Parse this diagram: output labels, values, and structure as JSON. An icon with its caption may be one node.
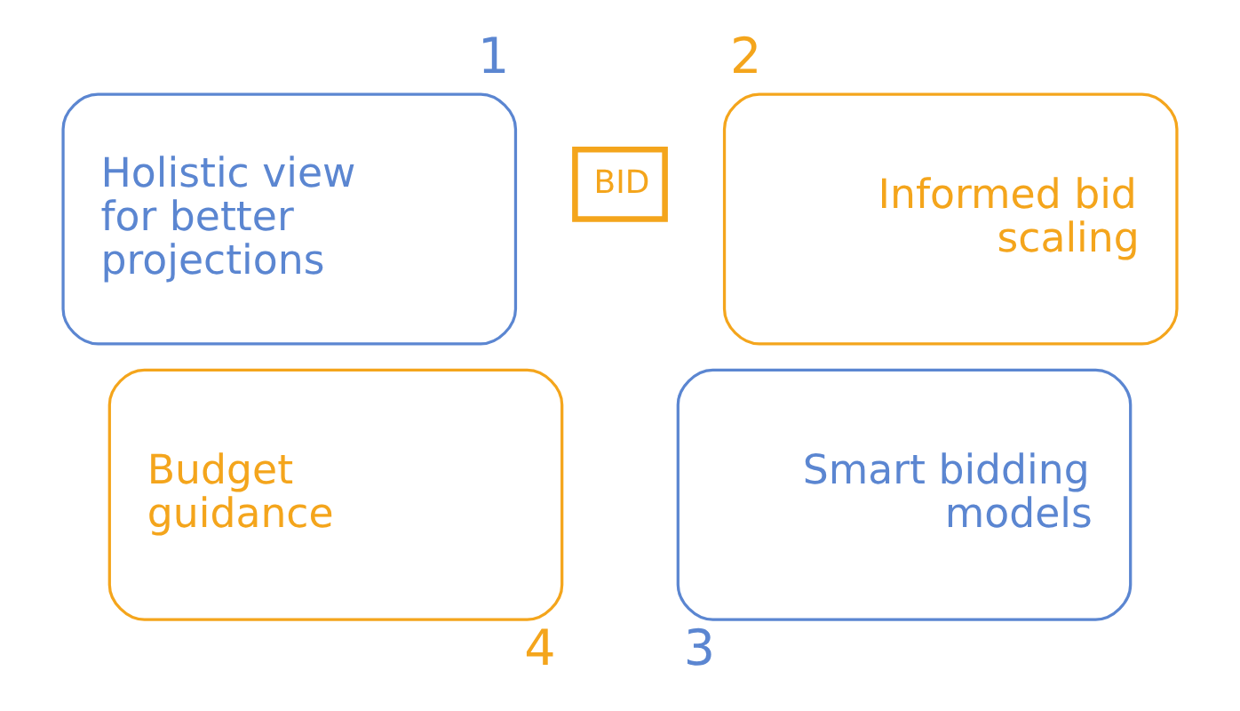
{
  "diagram": {
    "nodes": [
      {
        "text": [
          "Holistic view for better projections"
        ],
        "beside": [
          "1"
        ]
      },
      {
        "text": [
          "Informed bid scaling"
        ],
        "beside": [
          "2"
        ]
      },
      {
        "text": [
          "Smart bidding models"
        ],
        "beside": [
          "3"
        ]
      },
      {
        "text": [
          "Budget guidance"
        ],
        "beside": [
          "4"
        ]
      }
    ],
    "labels": [
      "BID"
    ]
  }
}
